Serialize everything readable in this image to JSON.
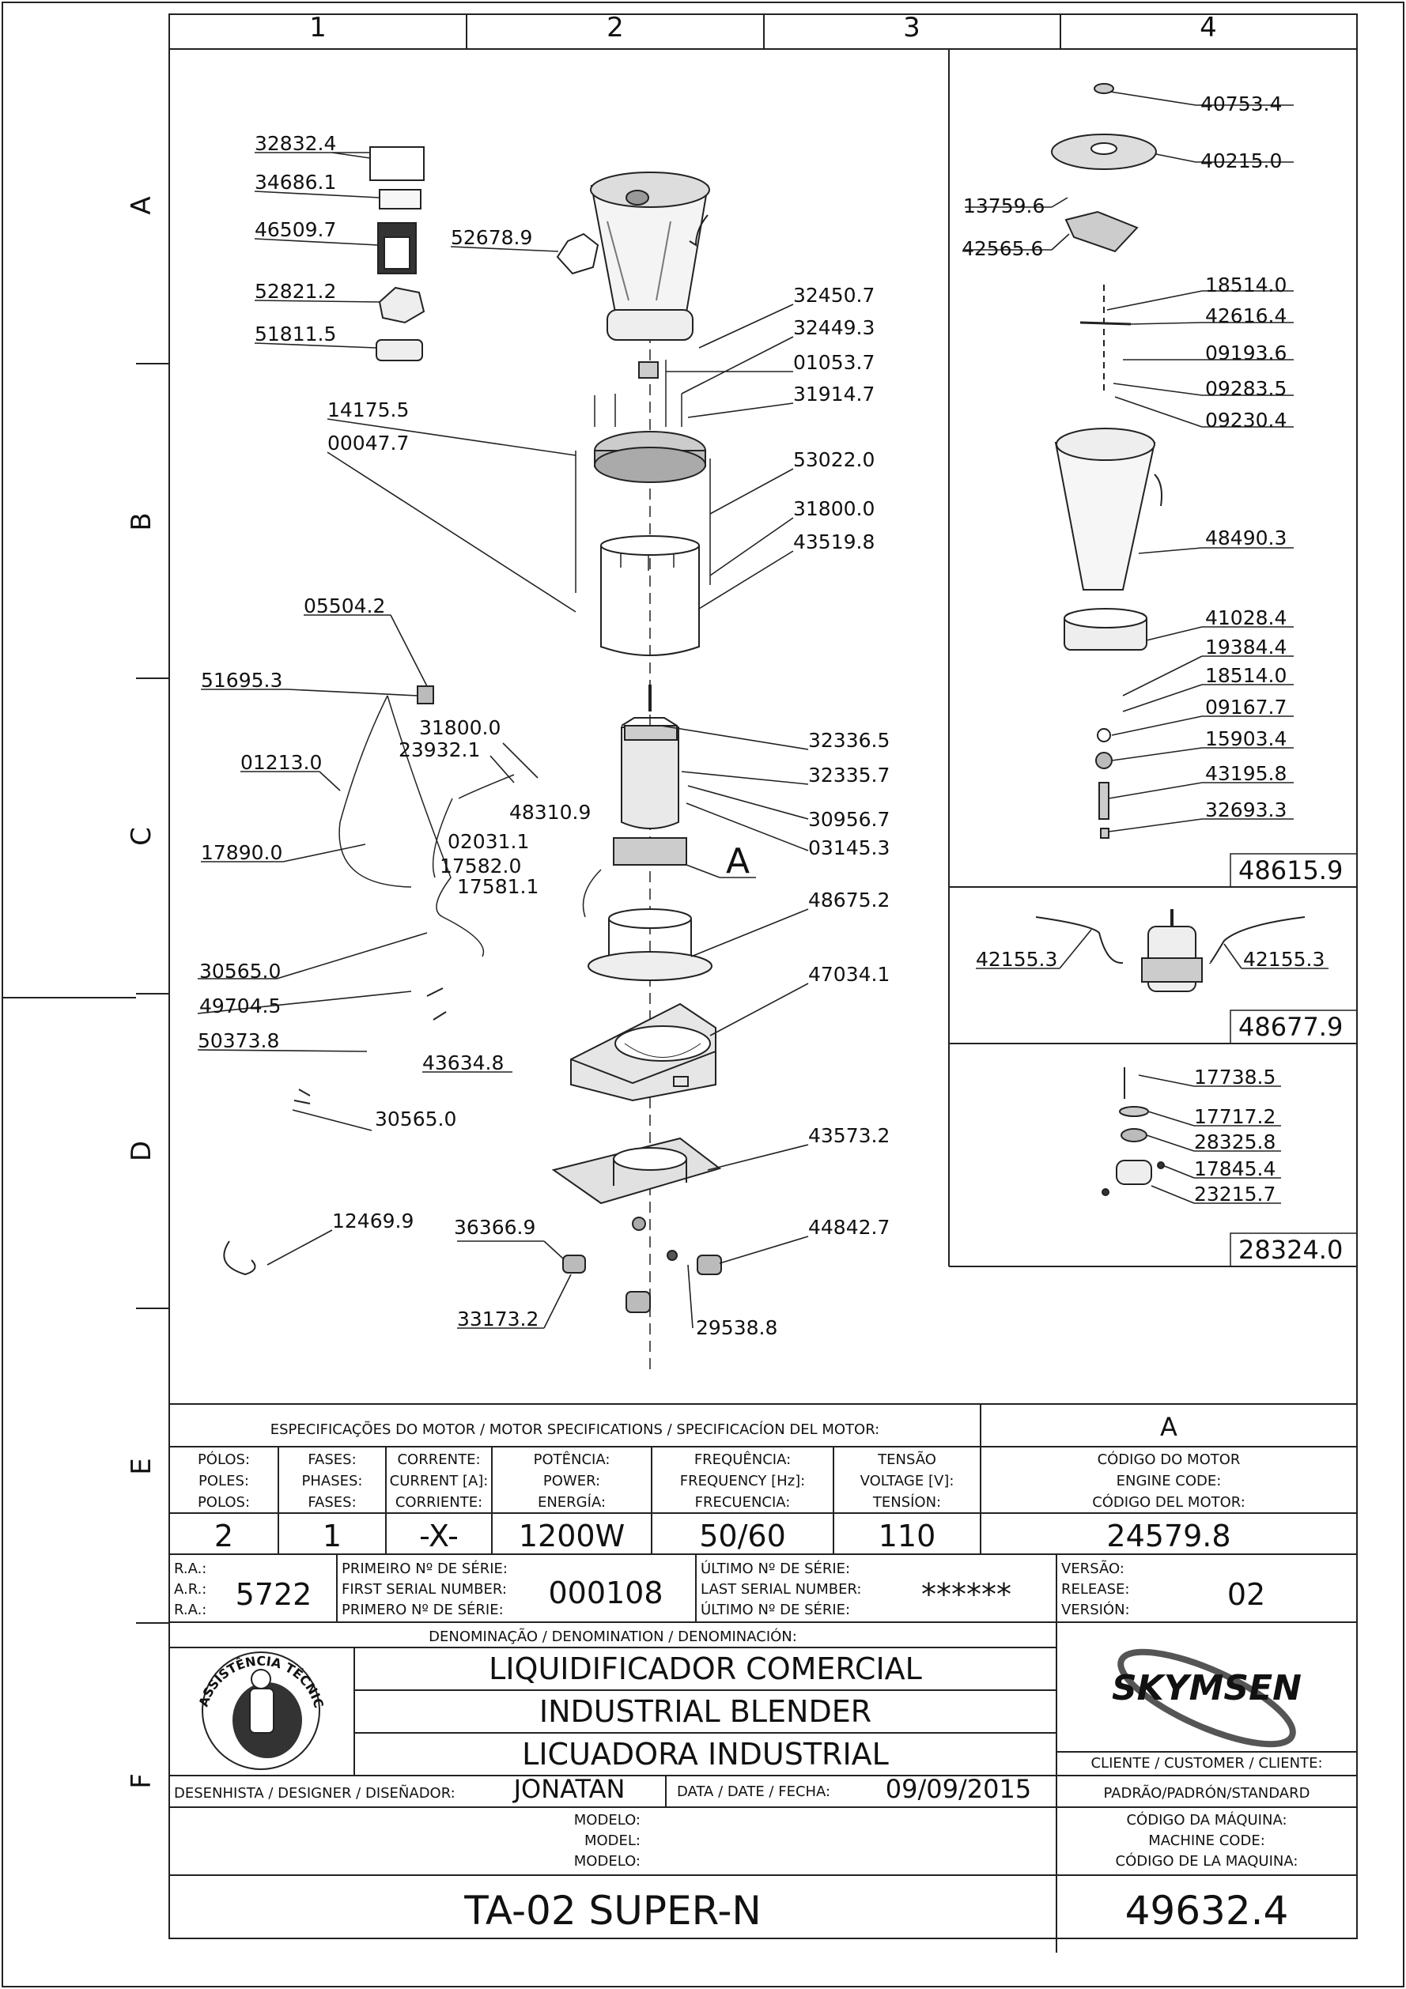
{
  "grid": {
    "cols": [
      "1",
      "2",
      "3",
      "4"
    ],
    "rows": [
      "A",
      "B",
      "C",
      "D",
      "E",
      "F"
    ]
  },
  "parts": {
    "p32832_4": "32832.4",
    "p34686_1": "34686.1",
    "p46509_7": "46509.7",
    "p52821_2": "52821.2",
    "p51811_5": "51811.5",
    "p52678_9": "52678.9",
    "p32450_7": "32450.7",
    "p32449_3": "32449.3",
    "p01053_7": "01053.7",
    "p31914_7": "31914.7",
    "p14175_5": "14175.5",
    "p00047_7": "00047.7",
    "p53022_0": "53022.0",
    "p31800_0a": "31800.0",
    "p43519_8": "43519.8",
    "p05504_2": "05504.2",
    "p51695_3": "51695.3",
    "p31800_0b": "31800.0",
    "p23932_1": "23932.1",
    "p01213_0": "01213.0",
    "p48310_9": "48310.9",
    "p32336_5": "32336.5",
    "p32335_7": "32335.7",
    "p30956_7": "30956.7",
    "p03145_3": "03145.3",
    "p17890_0": "17890.0",
    "p02031_1": "02031.1",
    "p17582_0": "17582.0",
    "p17581_1": "17581.1",
    "pA": "A",
    "p48675_2": "48675.2",
    "p30565_0a": "30565.0",
    "p47034_1": "47034.1",
    "p49704_5": "49704.5",
    "p50373_8": "50373.8",
    "p43634_8": "43634.8",
    "p30565_0b": "30565.0",
    "p43573_2": "43573.2",
    "p12469_9": "12469.9",
    "p36366_9": "36366.9",
    "p44842_7": "44842.7",
    "p33173_2": "33173.2",
    "p29538_8": "29538.8",
    "p40753_4": "40753.4",
    "p40215_0": "40215.0",
    "p13759_6": "13759.6",
    "p42565_6": "42565.6",
    "p18514_0a": "18514.0",
    "p42616_4": "42616.4",
    "p09193_6": "09193.6",
    "p09283_5": "09283.5",
    "p09230_4": "09230.4",
    "p48490_3": "48490.3",
    "p41028_4": "41028.4",
    "p19384_4": "19384.4",
    "p18514_0b": "18514.0",
    "p09167_7": "09167.7",
    "p15903_4": "15903.4",
    "p43195_8": "43195.8",
    "p32693_3": "32693.3",
    "box1": "48615.9",
    "p42155_3a": "42155.3",
    "p42155_3b": "42155.3",
    "box2": "48677.9",
    "p17738_5": "17738.5",
    "p17717_2": "17717.2",
    "p28325_8": "28325.8",
    "p17845_4": "17845.4",
    "p23215_7": "23215.7",
    "box3": "28324.0"
  },
  "motor_table": {
    "title": "ESPECIFICAÇÕES DO MOTOR / MOTOR SPECIFICATIONS / SPECIFICACÍON DEL MOTOR:",
    "ref": "A",
    "h_poles": [
      "PÓLOS:",
      "POLES:",
      "POLOS:"
    ],
    "h_phases": [
      "FASES:",
      "PHASES:",
      "FASES:"
    ],
    "h_current": [
      "CORRENTE:",
      "CURRENT [A]:",
      "CORRIENTE:"
    ],
    "h_power": [
      "POTÊNCIA:",
      "POWER:",
      "ENERGÍA:"
    ],
    "h_freq": [
      "FREQUÊNCIA:",
      "FREQUENCY [Hz]:",
      "FRECUENCIA:"
    ],
    "h_volt": [
      "TENSÃO",
      "VOLTAGE [V]:",
      "TENSÍON:"
    ],
    "h_code": [
      "CÓDIGO DO MOTOR",
      "ENGINE CODE:",
      "CÓDIGO DEL MOTOR:"
    ],
    "poles": "2",
    "phases": "1",
    "current": "-X-",
    "power": "1200W",
    "freq": "50/60",
    "volt": "110",
    "code": "24579.8"
  },
  "serial": {
    "ra_labels": [
      "R.A.:",
      "A.R.:",
      "R.A.:"
    ],
    "ra": "5722",
    "first_labels": [
      "PRIMEIRO Nº DE SÉRIE:",
      "FIRST SERIAL NUMBER:",
      "PRIMERO Nº DE SÉRIE:"
    ],
    "first": "000108",
    "last_labels": [
      "ÚLTIMO Nº DE SÉRIE:",
      "LAST SERIAL NUMBER:",
      "ÚLTIMO Nº DE SÉRIE:"
    ],
    "last": "******",
    "version_labels": [
      "VERSÃO:",
      "RELEASE:",
      "VERSIÓN:"
    ],
    "version": "02"
  },
  "title_block": {
    "denomination_label": "DENOMINAÇÃO / DENOMINATION / DENOMINACIÓN:",
    "names": [
      "LIQUIDIFICADOR COMERCIAL",
      "INDUSTRIAL BLENDER",
      "LICUADORA INDUSTRIAL"
    ],
    "brand": "SKYMSEN",
    "stamp_text": "ASSISTÊNCIA TÉCNICA AUTORIZADA",
    "customer_label": "CLIENTE / CUSTOMER / CLIENTE:",
    "customer": "PADRÃO/PADRÓN/STANDARD",
    "designer_label": "DESENHISTA / DESIGNER / DISEÑADOR:",
    "designer": "JONATAN",
    "date_label": "DATA / DATE / FECHA:",
    "date": "09/09/2015",
    "model_labels": [
      "MODELO:",
      "MODEL:",
      "MODELO:"
    ],
    "model": "TA-02 SUPER-N",
    "machine_code_labels": [
      "CÓDIGO DA MÁQUINA:",
      "MACHINE CODE:",
      "CÓDIGO DE LA MAQUINA:"
    ],
    "machine_code": "49632.4"
  }
}
